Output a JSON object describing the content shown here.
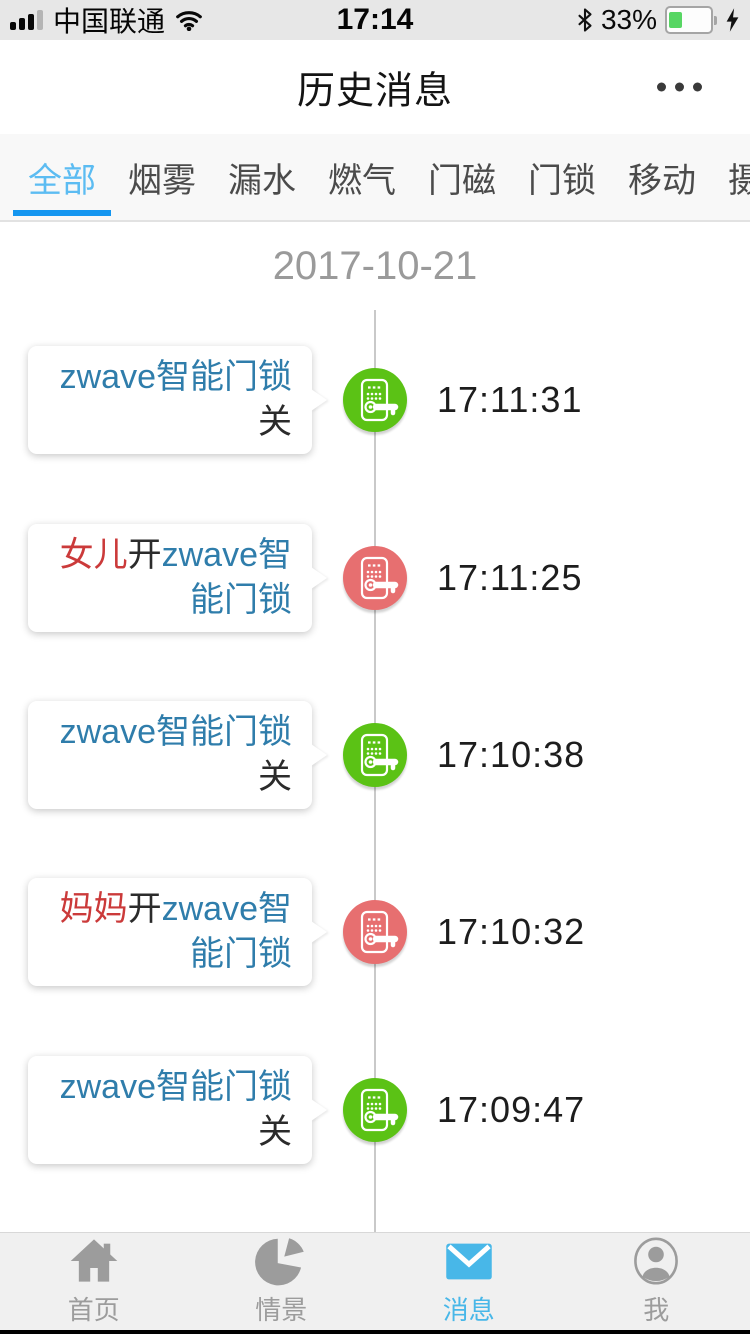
{
  "status_bar": {
    "carrier": "中国联通",
    "time": "17:14",
    "battery_percent": "33%",
    "icons": {
      "signal": "cellular-signal-bars",
      "wifi": "wifi-icon",
      "bluetooth": "bluetooth-icon",
      "battery": "battery-icon",
      "charging": "lightning-charging-icon"
    },
    "battery_fill_color": "#57d663"
  },
  "header": {
    "title": "历史消息",
    "more_icon": "ellipsis-more-icon"
  },
  "tabs": {
    "active_index": 0,
    "active_text_color": "#5cbcf2",
    "underline_color": "#1496f0",
    "items": [
      {
        "label": "全部"
      },
      {
        "label": "烟雾"
      },
      {
        "label": "漏水"
      },
      {
        "label": "燃气"
      },
      {
        "label": "门磁"
      },
      {
        "label": "门锁"
      },
      {
        "label": "移动"
      },
      {
        "label": "摄"
      }
    ]
  },
  "timeline": {
    "date": "2017-10-21",
    "dot_green": "#5bc215",
    "dot_red": "#e76f70",
    "device_text_color": "#2f7dab",
    "person_text_color": "#cb3a3a",
    "events": [
      {
        "line1": [
          {
            "text": "zwave智能门锁",
            "style": "device"
          }
        ],
        "line2": [
          {
            "text": "关",
            "style": "plain"
          }
        ],
        "time": "17:11:31",
        "status": "lock-closed",
        "dot": "green",
        "icon": "door-lock-icon"
      },
      {
        "line1": [
          {
            "text": "女儿",
            "style": "person"
          },
          {
            "text": "开",
            "style": "plain"
          },
          {
            "text": "zwave智",
            "style": "device"
          }
        ],
        "line2": [
          {
            "text": "能门锁",
            "style": "device"
          }
        ],
        "time": "17:11:25",
        "status": "lock-opened",
        "dot": "red",
        "icon": "door-lock-icon"
      },
      {
        "line1": [
          {
            "text": "zwave智能门锁",
            "style": "device"
          }
        ],
        "line2": [
          {
            "text": "关",
            "style": "plain"
          }
        ],
        "time": "17:10:38",
        "status": "lock-closed",
        "dot": "green",
        "icon": "door-lock-icon"
      },
      {
        "line1": [
          {
            "text": "妈妈",
            "style": "person"
          },
          {
            "text": "开",
            "style": "plain"
          },
          {
            "text": "zwave智",
            "style": "device"
          }
        ],
        "line2": [
          {
            "text": "能门锁",
            "style": "device"
          }
        ],
        "time": "17:10:32",
        "status": "lock-opened",
        "dot": "red",
        "icon": "door-lock-icon"
      },
      {
        "line1": [
          {
            "text": "zwave智能门锁",
            "style": "device"
          }
        ],
        "line2": [
          {
            "text": "关",
            "style": "plain"
          }
        ],
        "time": "17:09:47",
        "status": "lock-closed",
        "dot": "green",
        "icon": "door-lock-icon"
      }
    ]
  },
  "bottom_nav": {
    "active_index": 2,
    "active_color": "#48b7e8",
    "items": [
      {
        "label": "首页",
        "icon": "home-icon"
      },
      {
        "label": "情景",
        "icon": "scene-pie-icon"
      },
      {
        "label": "消息",
        "icon": "message-envelope-icon"
      },
      {
        "label": "我",
        "icon": "profile-user-icon"
      }
    ]
  }
}
